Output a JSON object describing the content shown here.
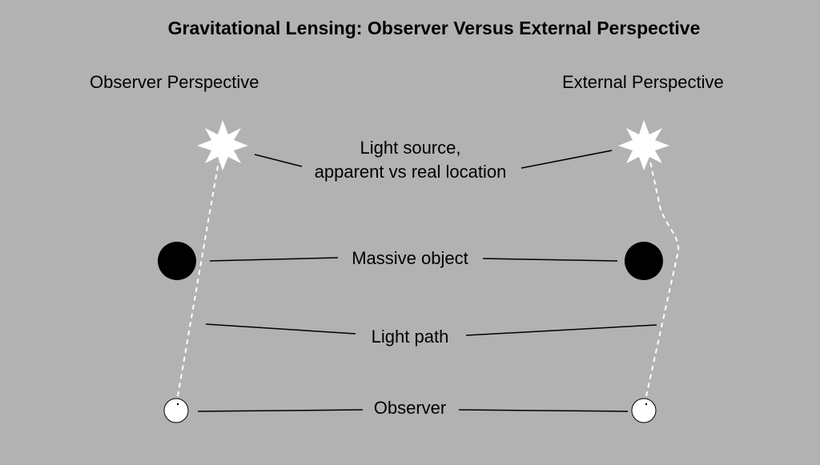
{
  "title": "Gravitational Lensing: Observer Versus External Perspective",
  "left_heading": "Observer Perspective",
  "right_heading": "External Perspective",
  "labels": {
    "light_source_line1": "Light source,",
    "light_source_line2": "apparent vs real location",
    "massive_object": "Massive object",
    "light_path": "Light path",
    "observer": "Observer"
  },
  "colors": {
    "background": "#b2b2b2",
    "star": "#ffffff",
    "massive_object": "#000000",
    "observer_fill": "#ffffff",
    "light_path": "#ffffff",
    "leader_line": "#000000"
  }
}
